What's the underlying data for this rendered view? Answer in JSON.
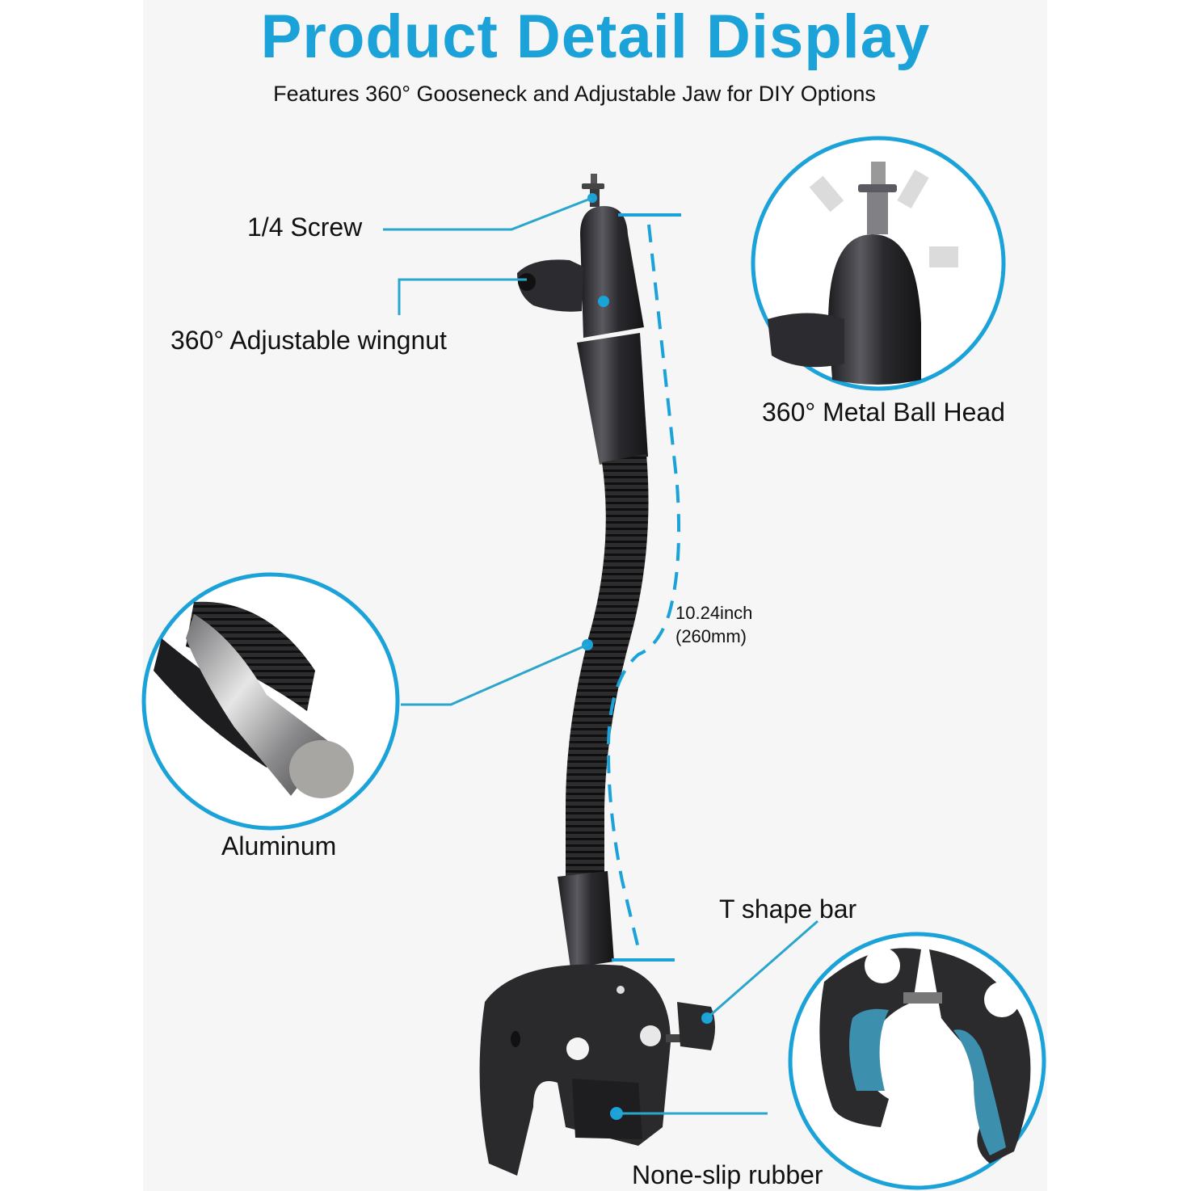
{
  "colors": {
    "accent": "#1ba3d9",
    "callout_line": "#2aa6cc",
    "panel_background": "#f6f6f6",
    "page_background": "#ffffff",
    "product_black": "#2b2b2e",
    "text": "#111111"
  },
  "header": {
    "title": "Product Detail Display",
    "subtitle": "Features 360° Gooseneck and Adjustable Jaw for DIY Options"
  },
  "callouts": {
    "screw": "1/4 Screw",
    "wingnut": "360° Adjustable wingnut",
    "ball_head": "360° Metal Ball Head",
    "aluminum": "Aluminum",
    "t_bar": "T shape bar",
    "rubber": "None-slip rubber"
  },
  "dimension": {
    "inches": "10.24inch",
    "millimeters": "(260mm)"
  }
}
